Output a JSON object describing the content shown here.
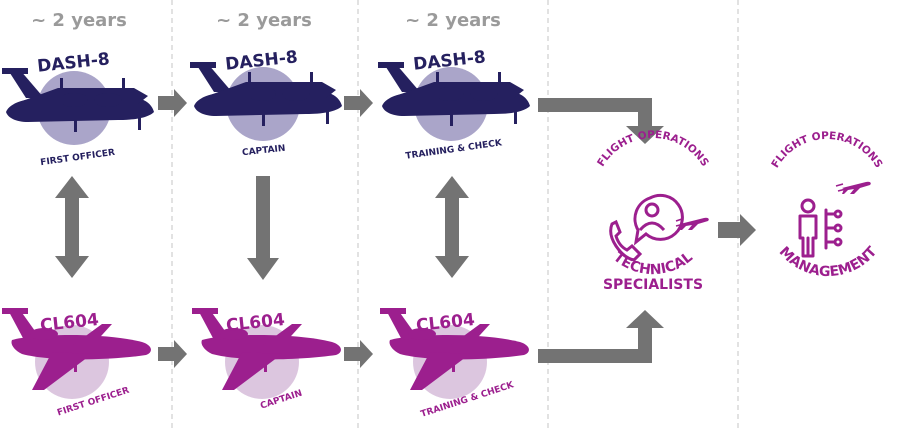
{
  "durations": [
    "~ 2 years",
    "~ 2 years",
    "~ 2 years"
  ],
  "dash8": {
    "name": "DASH-8",
    "roles": [
      "FIRST OFFICER",
      "CAPTAIN",
      "TRAINING & CHECK"
    ],
    "color": "#25205f",
    "circle_color": "#aaa5c9"
  },
  "cl604": {
    "name": "CL604",
    "roles": [
      "FIRST OFFICER",
      "CAPTAIN",
      "TRAINING & CHECK"
    ],
    "color": "#9c1f8e",
    "circle_color": "#dcc6df"
  },
  "technical": {
    "top_text": "FLIGHT OPERATIONS",
    "bottom_line1": "TECHNICAL",
    "bottom_line2": "SPECIALISTS",
    "icons": [
      "phone-icon",
      "person-bubble-icon",
      "small-plane-icon"
    ]
  },
  "management": {
    "top_text": "FLIGHT OPERATIONS",
    "bottom_text": "MANAGEMENT",
    "icons": [
      "person-org-chart-icon"
    ]
  },
  "colors": {
    "arrow": "#737373",
    "divider": "#cfcfcf",
    "purple": "#9c1f8e",
    "navy": "#25205f"
  }
}
